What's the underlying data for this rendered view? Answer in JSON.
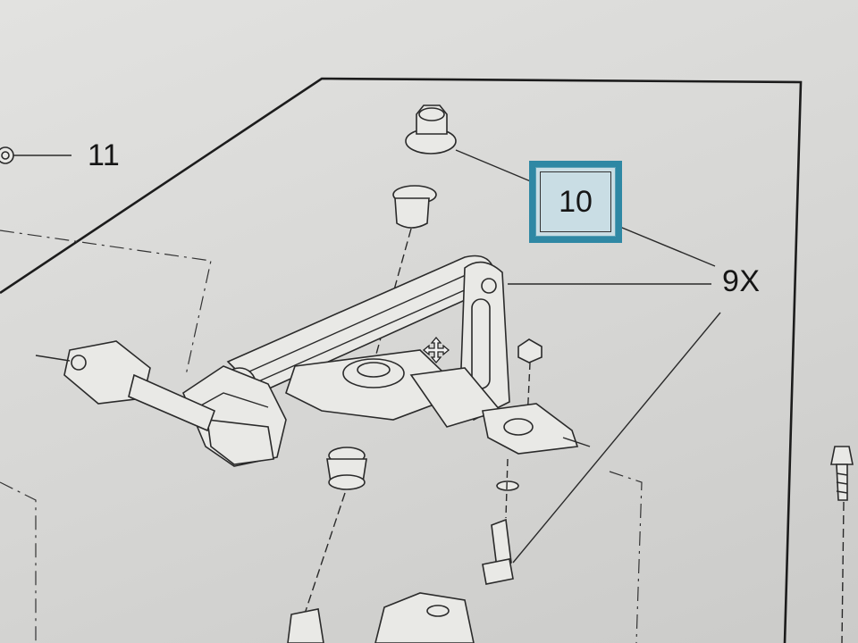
{
  "callouts": {
    "label_11": "11",
    "label_10": "10",
    "label_9x": "9X"
  },
  "colors": {
    "highlight_border": "#2f88a4",
    "highlight_fill": "#c9dde4",
    "line": "#1c1c1c",
    "paper": "#dcdcda"
  },
  "icons": {
    "cursor": "move-cursor-icon"
  }
}
